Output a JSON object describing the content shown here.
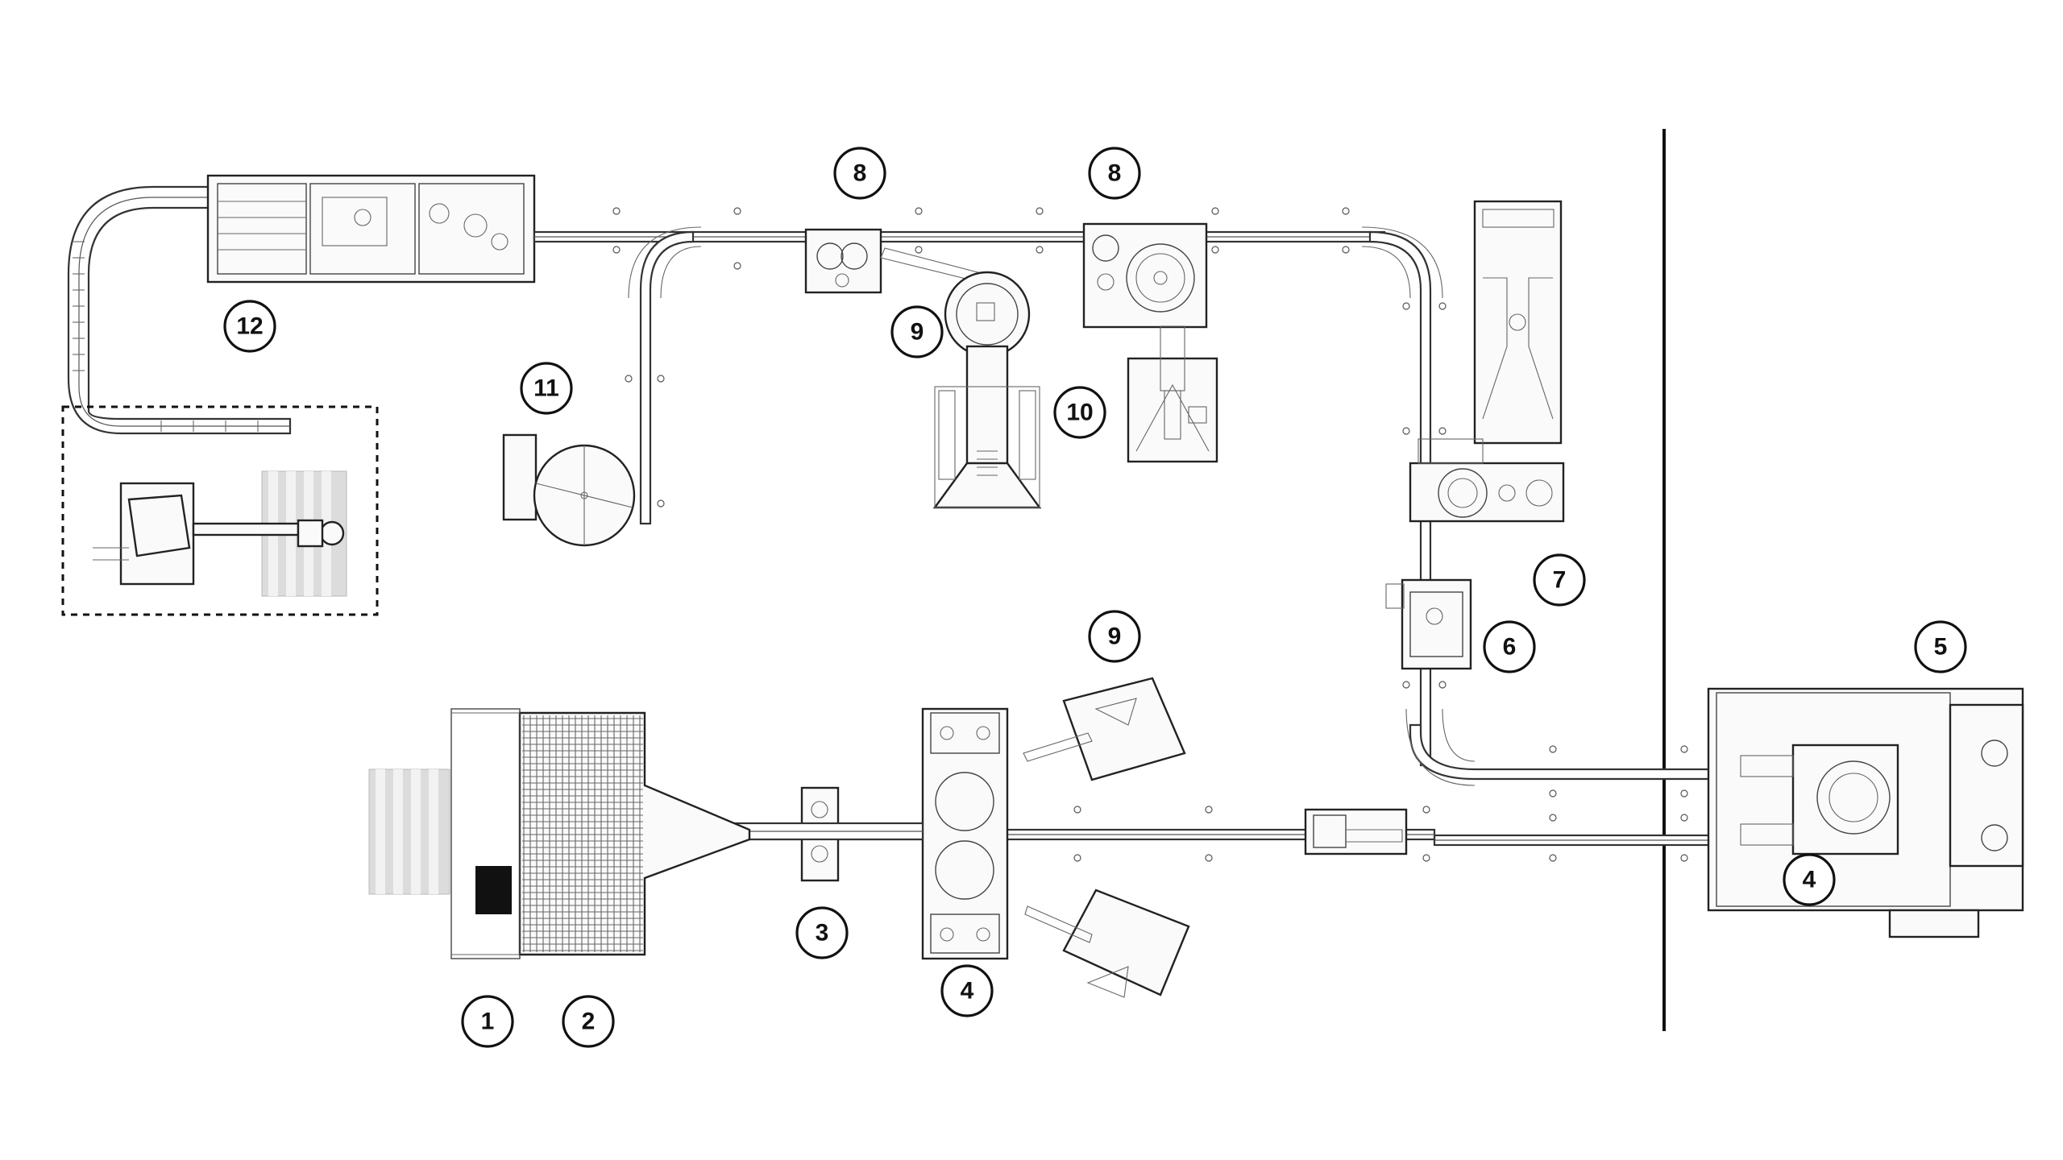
{
  "diagram": {
    "labels": [
      {
        "id": "lbl-1",
        "text": "1"
      },
      {
        "id": "lbl-2",
        "text": "2"
      },
      {
        "id": "lbl-3",
        "text": "3"
      },
      {
        "id": "lbl-4a",
        "text": "4"
      },
      {
        "id": "lbl-4b",
        "text": "4"
      },
      {
        "id": "lbl-5",
        "text": "5"
      },
      {
        "id": "lbl-6",
        "text": "6"
      },
      {
        "id": "lbl-7",
        "text": "7"
      },
      {
        "id": "lbl-8a",
        "text": "8"
      },
      {
        "id": "lbl-8b",
        "text": "8"
      },
      {
        "id": "lbl-9a",
        "text": "9"
      },
      {
        "id": "lbl-9b",
        "text": "9"
      },
      {
        "id": "lbl-10",
        "text": "10"
      },
      {
        "id": "lbl-11",
        "text": "11"
      },
      {
        "id": "lbl-12",
        "text": "12"
      }
    ],
    "colors": {
      "line": "#111111",
      "pallet": "#dcdcdc",
      "background": "#ffffff"
    }
  }
}
